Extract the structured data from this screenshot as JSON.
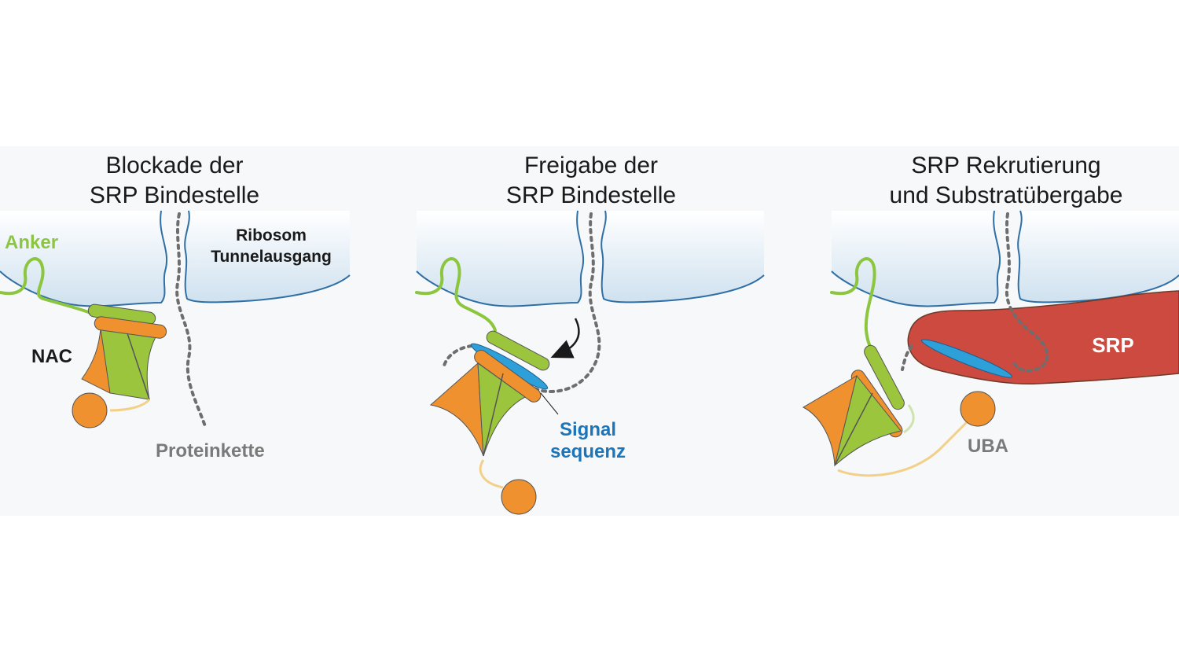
{
  "colors": {
    "panel_background": "#f7f8f9",
    "ribosome_top": "#ffffff",
    "ribosome_bottom": "#cfe1ef",
    "ribosome_outline": "#2f6fa5",
    "anchor_green": "#8cc63f",
    "helix_green": "#9bc53d",
    "nac_orange": "#f0912f",
    "linker_yellow": "#f3d08a",
    "signal_blue": "#2d9fd9",
    "srp_red": "#cc4a3f",
    "chain_gray": "#6e6e6e",
    "label_dark": "#1a1a1a",
    "label_gray": "#7a7a7a",
    "label_blue": "#1b75bb"
  },
  "panels": [
    {
      "title_line1": "Blockade der",
      "title_line2": "SRP Bindestelle",
      "labels": {
        "anker": "Anker",
        "ribosom_line1": "Ribosom",
        "ribosom_line2": "Tunnelausgang",
        "nac": "NAC",
        "proteinkette": "Proteinkette"
      }
    },
    {
      "title_line1": "Freigabe der",
      "title_line2": "SRP Bindestelle",
      "labels": {
        "signal_line1": "Signal",
        "signal_line2": "sequenz"
      }
    },
    {
      "title_line1": "SRP Rekrutierung",
      "title_line2": "und Substratübergabe",
      "labels": {
        "srp": "SRP",
        "uba": "UBA"
      }
    }
  ]
}
